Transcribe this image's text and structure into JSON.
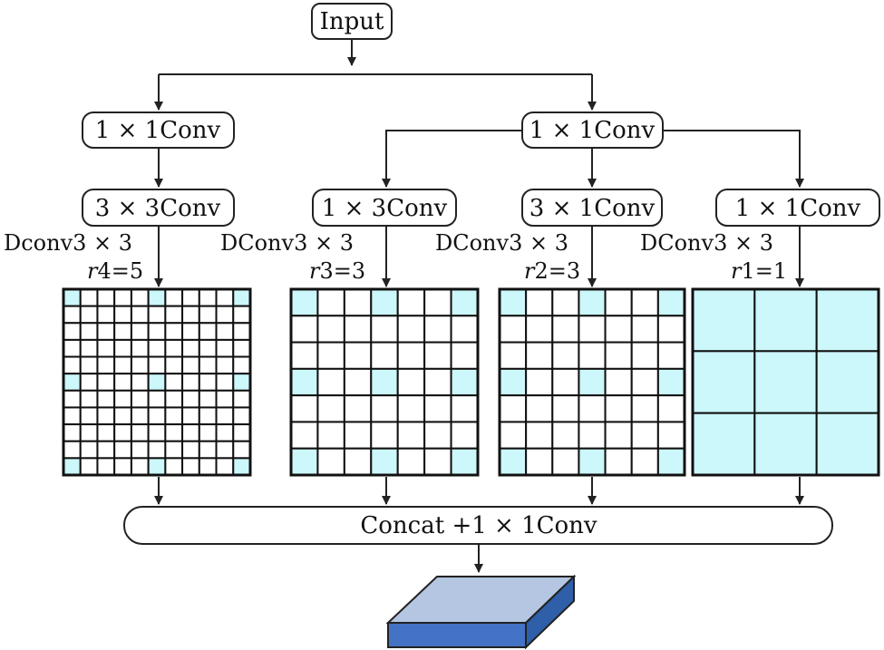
{
  "nodes": {
    "input": "Input",
    "left_conv1": "1 × 1Conv",
    "mid_conv1": "1 × 1Conv",
    "left_conv2": "3 × 3Conv",
    "b2_conv": "1 × 3Conv",
    "b3_conv": "3 × 1Conv",
    "b4_conv": "1 × 1Conv",
    "concat": "Concat +1 × 1Conv"
  },
  "branches": [
    {
      "dconv": "Dconv3 × 3",
      "rate_var": "r",
      "rate_eq": "4=5",
      "dilation": 5
    },
    {
      "dconv": "DConv3 × 3",
      "rate_var": "r",
      "rate_eq": "3=3",
      "dilation": 3
    },
    {
      "dconv": "DConv3 × 3",
      "rate_var": "r",
      "rate_eq": "2=3",
      "dilation": 3
    },
    {
      "dconv": "DConv3 × 3",
      "rate_var": "r",
      "rate_eq": "1=1",
      "dilation": 1
    }
  ],
  "colors": {
    "highlight": "#ccf7fb",
    "cube_top": "#b4c6e2",
    "cube_front": "#4472c4",
    "cube_side": "#2f5fa8"
  }
}
